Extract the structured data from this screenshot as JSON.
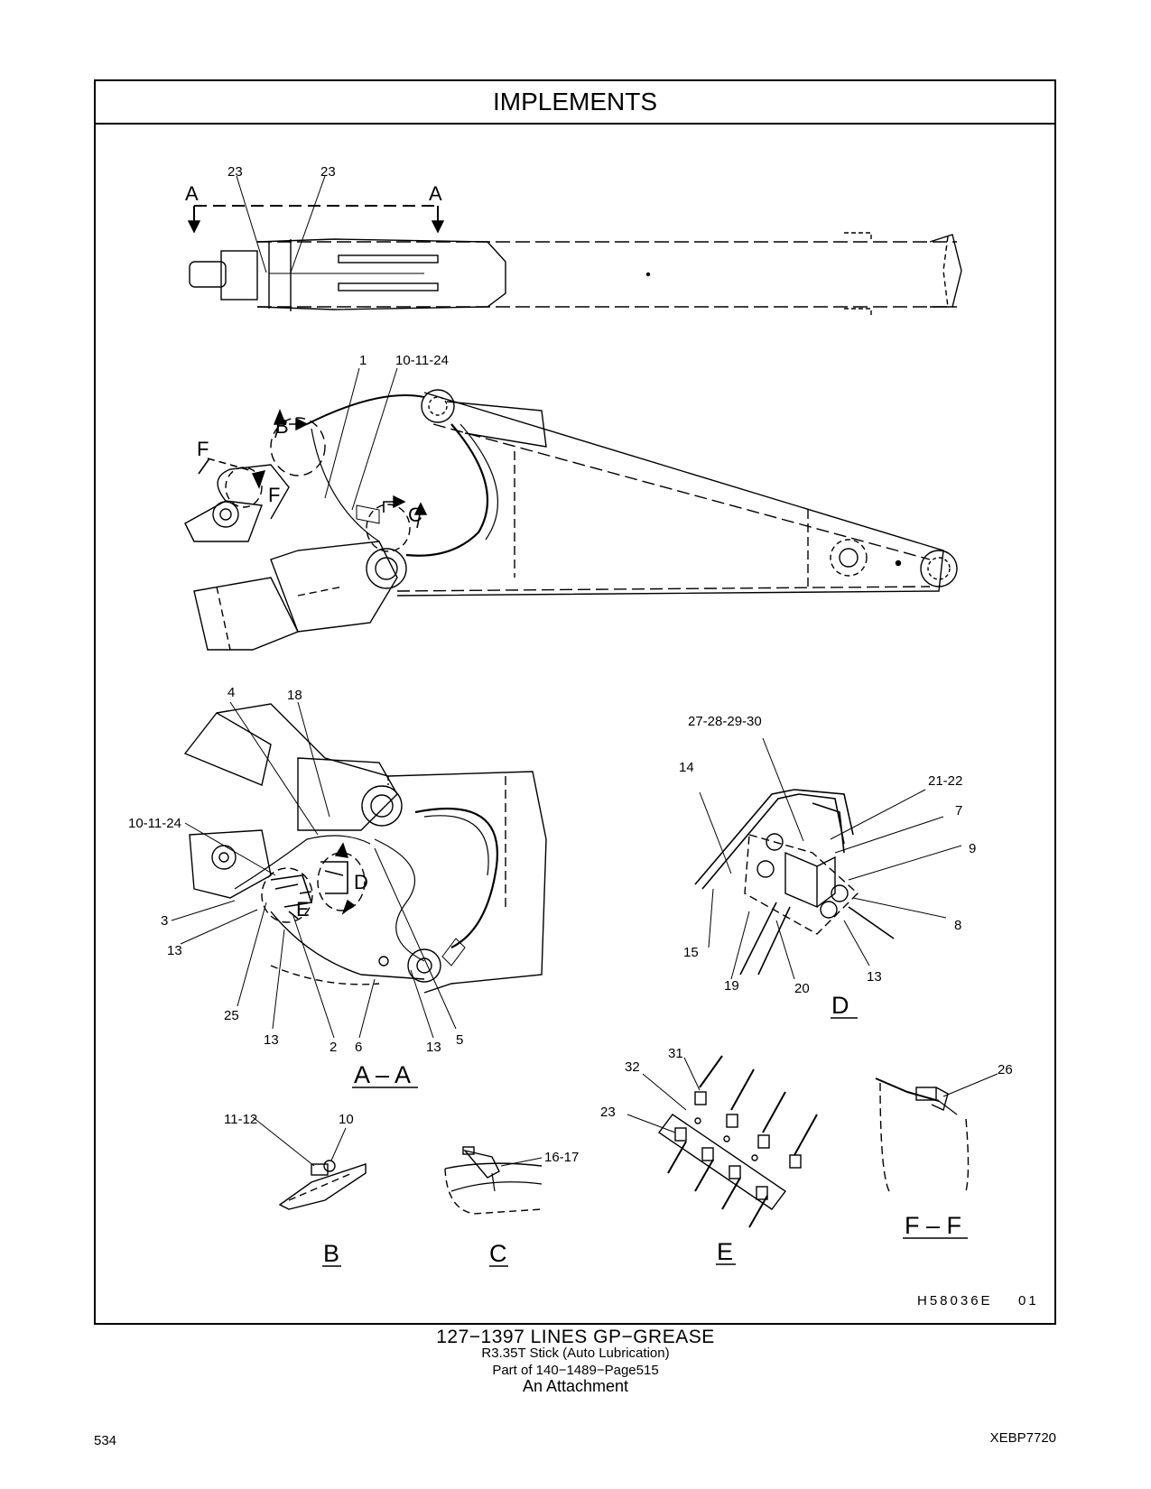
{
  "page": {
    "header_title": "IMPLEMENTS",
    "figure_code": "H58036E",
    "figure_rev": "01",
    "caption_line1": "127−1397   LINES  GP−GREASE",
    "caption_line2": "R3.35T  Stick (Auto  Lubrication)",
    "caption_line3": "Part of 140−1489−Page515",
    "caption_line4": "An Attachment",
    "page_number": "534",
    "doc_number": "XEBP7720"
  },
  "callouts": {
    "top_23a": "23",
    "top_23b": "23",
    "sec_a_left": "A",
    "sec_a_right": "A",
    "side_1": "1",
    "side_10_11_24": "10-11-24",
    "side_b": "B",
    "side_f1": "F",
    "side_f2": "F",
    "side_c": "C",
    "aa_4": "4",
    "aa_18": "18",
    "aa_10_11_24": "10-11-24",
    "aa_3": "3",
    "aa_13a": "13",
    "aa_25": "25",
    "aa_13b": "13",
    "aa_2": "2",
    "aa_6": "6",
    "aa_13c": "13",
    "aa_5": "5",
    "aa_d": "D",
    "aa_e": "E",
    "d_27_30": "27-28-29-30",
    "d_14": "14",
    "d_21_22": "21-22",
    "d_7": "7",
    "d_9": "9",
    "d_8": "8",
    "d_15": "15",
    "d_19": "19",
    "d_20": "20",
    "d_13": "13",
    "b_11_12": "11-12",
    "b_10": "10",
    "c_16_17": "16-17",
    "e_32": "32",
    "e_31": "31",
    "e_23": "23",
    "ff_26": "26"
  },
  "views": {
    "view_aa": "A – A",
    "view_d": "D",
    "view_b": "B",
    "view_c": "C",
    "view_e": "E",
    "view_ff": "F – F"
  }
}
